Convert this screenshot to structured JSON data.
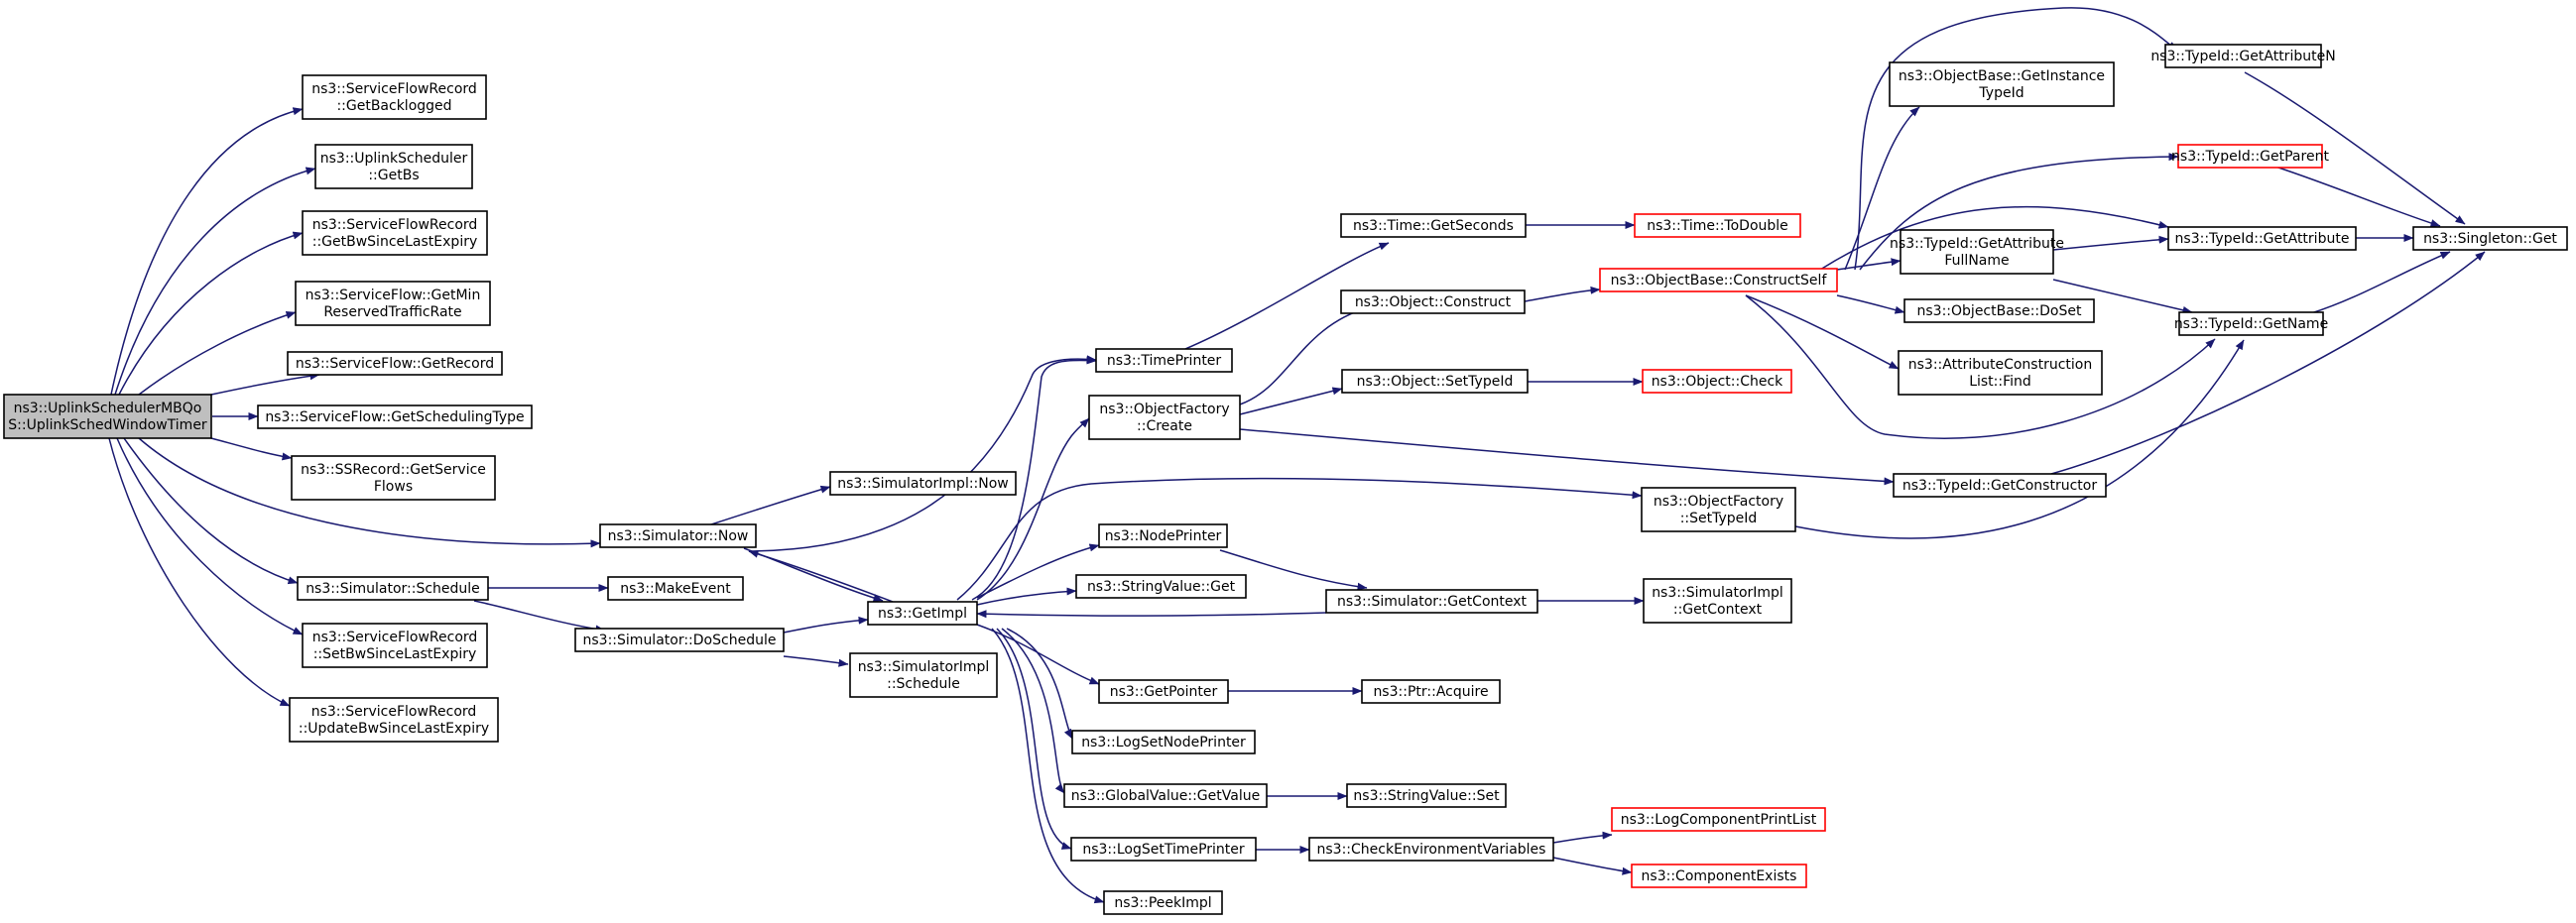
{
  "colors": {
    "edge": "#191970",
    "root_fill": "#bfbfbf",
    "truncated_border": "#ff0000",
    "node_border": "#000000"
  },
  "nodes": [
    {
      "id": "root",
      "lines": [
        "ns3::UplinkSchedulerMBQo",
        "S::UplinkSchedWindowTimer"
      ],
      "root": true
    },
    {
      "id": "getBacklogged",
      "lines": [
        "ns3::ServiceFlowRecord",
        "::GetBacklogged"
      ]
    },
    {
      "id": "getBs",
      "lines": [
        "ns3::UplinkScheduler",
        "::GetBs"
      ]
    },
    {
      "id": "getBwSince",
      "lines": [
        "ns3::ServiceFlowRecord",
        "::GetBwSinceLastExpiry"
      ]
    },
    {
      "id": "getMinRes",
      "lines": [
        "ns3::ServiceFlow::GetMin",
        "ReservedTrafficRate"
      ]
    },
    {
      "id": "getRecord",
      "lines": [
        "ns3::ServiceFlow::GetRecord"
      ]
    },
    {
      "id": "getSchedType",
      "lines": [
        "ns3::ServiceFlow::GetSchedulingType"
      ]
    },
    {
      "id": "getSvcFlows",
      "lines": [
        "ns3::SSRecord::GetService",
        "Flows"
      ]
    },
    {
      "id": "simSchedule",
      "lines": [
        "ns3::Simulator::Schedule"
      ]
    },
    {
      "id": "setBwSince",
      "lines": [
        "ns3::ServiceFlowRecord",
        "::SetBwSinceLastExpiry"
      ]
    },
    {
      "id": "updateBwSince",
      "lines": [
        "ns3::ServiceFlowRecord",
        "::UpdateBwSinceLastExpiry"
      ]
    },
    {
      "id": "simNow",
      "lines": [
        "ns3::Simulator::Now"
      ]
    },
    {
      "id": "makeEvent",
      "lines": [
        "ns3::MakeEvent"
      ]
    },
    {
      "id": "doSchedule",
      "lines": [
        "ns3::Simulator::DoSchedule"
      ]
    },
    {
      "id": "implNow",
      "lines": [
        "ns3::SimulatorImpl::Now"
      ]
    },
    {
      "id": "getImpl",
      "lines": [
        "ns3::GetImpl"
      ]
    },
    {
      "id": "implSchedule",
      "lines": [
        "ns3::SimulatorImpl",
        "::Schedule"
      ]
    },
    {
      "id": "timePrinter",
      "lines": [
        "ns3::TimePrinter"
      ]
    },
    {
      "id": "ofCreate",
      "lines": [
        "ns3::ObjectFactory",
        "::Create"
      ]
    },
    {
      "id": "nodePrinter",
      "lines": [
        "ns3::NodePrinter"
      ]
    },
    {
      "id": "strGet",
      "lines": [
        "ns3::StringValue::Get"
      ]
    },
    {
      "id": "getPointer",
      "lines": [
        "ns3::GetPointer"
      ]
    },
    {
      "id": "logSetNode",
      "lines": [
        "ns3::LogSetNodePrinter"
      ]
    },
    {
      "id": "gvGetValue",
      "lines": [
        "ns3::GlobalValue::GetValue"
      ]
    },
    {
      "id": "logSetTime",
      "lines": [
        "ns3::LogSetTimePrinter"
      ]
    },
    {
      "id": "peekImpl",
      "lines": [
        "ns3::PeekImpl"
      ]
    },
    {
      "id": "timeGetSec",
      "lines": [
        "ns3::Time::GetSeconds"
      ]
    },
    {
      "id": "objConstruct",
      "lines": [
        "ns3::Object::Construct"
      ]
    },
    {
      "id": "objSetTypeId",
      "lines": [
        "ns3::Object::SetTypeId"
      ]
    },
    {
      "id": "ofSetTypeId",
      "lines": [
        "ns3::ObjectFactory",
        "::SetTypeId"
      ]
    },
    {
      "id": "simGetCtx",
      "lines": [
        "ns3::Simulator::GetContext"
      ]
    },
    {
      "id": "ptrAcquire",
      "lines": [
        "ns3::Ptr::Acquire"
      ]
    },
    {
      "id": "strSet",
      "lines": [
        "ns3::StringValue::Set"
      ]
    },
    {
      "id": "checkEnv",
      "lines": [
        "ns3::CheckEnvironmentVariables"
      ]
    },
    {
      "id": "toDouble",
      "lines": [
        "ns3::Time::ToDouble"
      ],
      "truncated": true
    },
    {
      "id": "constructSelf",
      "lines": [
        "ns3::ObjectBase::ConstructSelf"
      ],
      "truncated": true
    },
    {
      "id": "objCheck",
      "lines": [
        "ns3::Object::Check"
      ],
      "truncated": true
    },
    {
      "id": "implGetCtx",
      "lines": [
        "ns3::SimulatorImpl",
        "::GetContext"
      ]
    },
    {
      "id": "logCompList",
      "lines": [
        "ns3::LogComponentPrintList"
      ],
      "truncated": true
    },
    {
      "id": "compExists",
      "lines": [
        "ns3::ComponentExists"
      ],
      "truncated": true
    },
    {
      "id": "getInstTypeId",
      "lines": [
        "ns3::ObjectBase::GetInstance",
        "TypeId"
      ]
    },
    {
      "id": "getAttrFullName",
      "lines": [
        "ns3::TypeId::GetAttribute",
        "FullName"
      ]
    },
    {
      "id": "doSet",
      "lines": [
        "ns3::ObjectBase::DoSet"
      ]
    },
    {
      "id": "acListFind",
      "lines": [
        "ns3::AttributeConstruction",
        "List::Find"
      ]
    },
    {
      "id": "getConstructor",
      "lines": [
        "ns3::TypeId::GetConstructor"
      ]
    },
    {
      "id": "getAttrN",
      "lines": [
        "ns3::TypeId::GetAttributeN"
      ]
    },
    {
      "id": "getParent",
      "lines": [
        "ns3::TypeId::GetParent"
      ],
      "truncated": true
    },
    {
      "id": "getAttribute",
      "lines": [
        "ns3::TypeId::GetAttribute"
      ]
    },
    {
      "id": "getName",
      "lines": [
        "ns3::TypeId::GetName"
      ]
    },
    {
      "id": "singletonGet",
      "lines": [
        "ns3::Singleton::Get"
      ]
    }
  ]
}
